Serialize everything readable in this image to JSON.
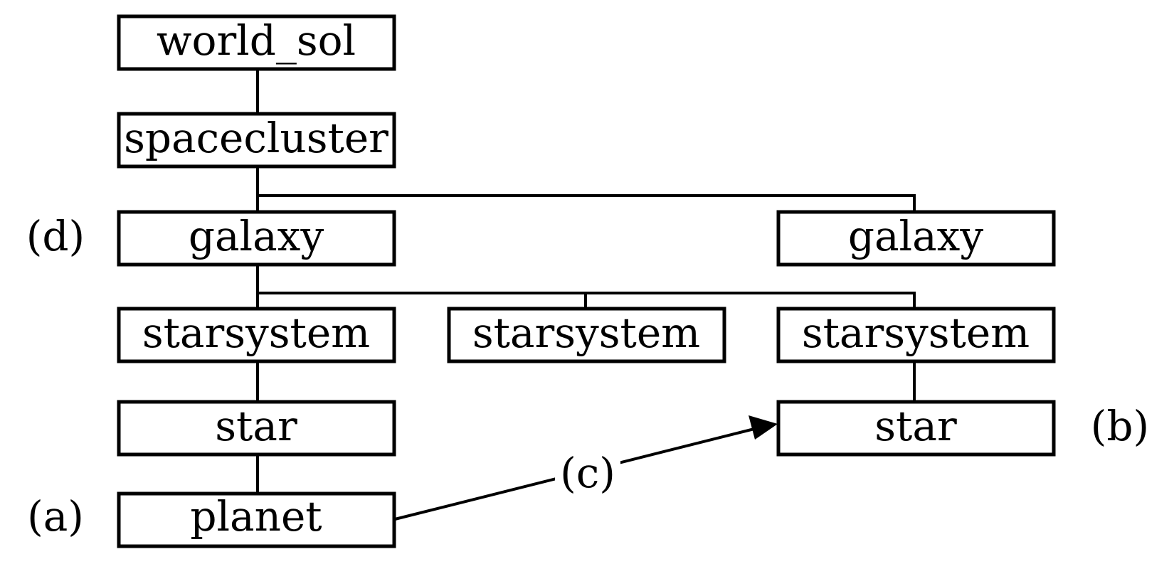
{
  "nodes": {
    "world_sol": "world_sol",
    "spacecluster": "spacecluster",
    "galaxy_left": "galaxy",
    "galaxy_right": "galaxy",
    "starsystem_left": "starsystem",
    "starsystem_middle": "starsystem",
    "starsystem_right": "starsystem",
    "star_left": "star",
    "star_right": "star",
    "planet": "planet"
  },
  "side_labels": {
    "d": "(d)",
    "a": "(a)",
    "b": "(b)"
  },
  "edge_labels": {
    "c": "(c)"
  }
}
